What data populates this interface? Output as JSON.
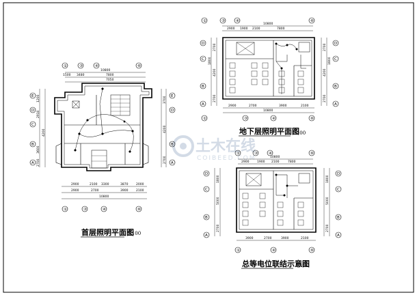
{
  "watermark": {
    "name": "土木在线",
    "site": "COIBEED.COM",
    "color": "#cfd8e4"
  },
  "plan_ground": {
    "title": "首层照明平面图",
    "scale": "1:100",
    "top_total": "10800",
    "top_dims": [
      "1500",
      "3480",
      "7800"
    ],
    "top_dims2": [
      "7050"
    ],
    "bottom_dims_row1": [
      "2900",
      "2100",
      "3300",
      "3870",
      "2000"
    ],
    "bottom_dims_row2": [
      "2900",
      "2700",
      "3900",
      "2100"
    ],
    "bottom_total": "10800",
    "left_dims": [
      "1200",
      "2910",
      "4200",
      "3600",
      "2700"
    ],
    "right_dims": [
      "3700",
      "4200",
      "2700"
    ],
    "axes_top": [
      "①",
      "③",
      "④",
      "⑥"
    ],
    "axes_side": [
      "E",
      "D",
      "C",
      "B",
      "A"
    ]
  },
  "plan_basement": {
    "title": "地下层照明平面图",
    "scale": "1:100",
    "top_total": "10800",
    "top_dims": [
      "2900",
      "1900",
      "2100",
      "7800"
    ],
    "bottom_dims": [
      "2900",
      "2700",
      "3900",
      "2100"
    ],
    "bottom_total": "10800",
    "left_dims": [
      "2700",
      "1800",
      "4200",
      "2700"
    ],
    "right_dims": [
      "2700",
      "1800",
      "4200",
      "2700"
    ],
    "axes_top": [
      "①",
      "③",
      "④",
      "⑥"
    ],
    "axes_side": [
      "D",
      "C",
      "B",
      "A"
    ]
  },
  "plan_equipotential": {
    "title": "总等电位联结示意图",
    "scale": "1:100",
    "top_total": "10800",
    "top_dims": [
      "2900",
      "1900",
      "2100",
      "7800"
    ],
    "bottom_dims": [
      "3900",
      "2700",
      "3900",
      "2100"
    ],
    "left_dims": [
      "1800",
      "5000",
      "2700"
    ],
    "right_dims": [
      "1800",
      "5000",
      "2700"
    ],
    "axes_top": [
      "①",
      "③",
      "④",
      "⑥"
    ],
    "axes_side": [
      "D",
      "C",
      "B",
      "A"
    ]
  }
}
